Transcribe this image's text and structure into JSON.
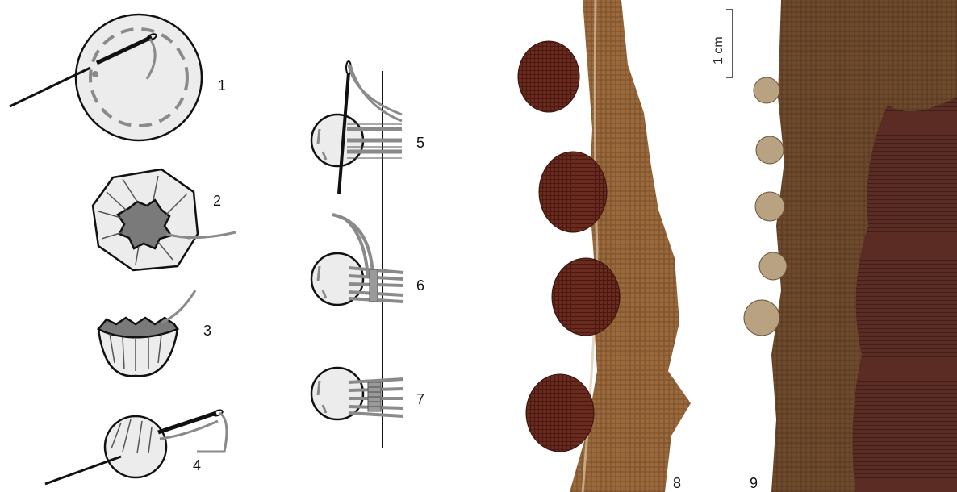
{
  "figure": {
    "step_labels": [
      "1",
      "2",
      "3",
      "4",
      "5",
      "6",
      "7",
      "8",
      "9"
    ],
    "scale_bar": {
      "label": "1 cm"
    },
    "colors": {
      "line": "#111111",
      "bead_fill": "#ececec",
      "thread": "#8a8a8a",
      "center_dark": "#7a7a7a",
      "photo8_cloth": "#9a6a3c",
      "photo8_button": "#6a2a1e",
      "photo9_cloth": "#6e4a2c",
      "photo9_inner": "#5a2c24",
      "photo9_button": "#b8a282"
    }
  }
}
